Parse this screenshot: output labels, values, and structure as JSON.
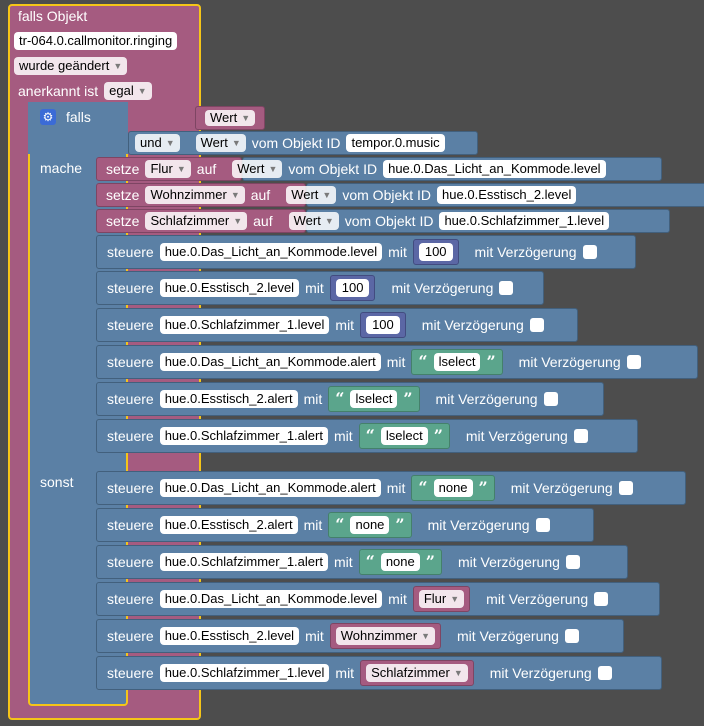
{
  "trigger": {
    "title": "falls Objekt",
    "object_id": "tr-064.0.callmonitor.ringing",
    "mode": "wurde geändert",
    "ack_label": "anerkannt ist",
    "ack_value": "egal"
  },
  "if_block": {
    "if_label": "falls",
    "do_label": "mache",
    "else_label": "sonst",
    "cond_value_label": "Wert",
    "and_label": "und",
    "get_value_label": "Wert",
    "from_object_label": "vom Objekt ID",
    "cond_object_id": "tempor.0.music"
  },
  "labels": {
    "set": "setze",
    "on": "auf",
    "value": "Wert",
    "from_object": "vom Objekt ID",
    "control": "steuere",
    "with": "mit",
    "delay": "mit Verzögerung"
  },
  "set_blocks": [
    {
      "var": "Flur",
      "object_id": "hue.0.Das_Licht_an_Kommode.level"
    },
    {
      "var": "Wohnzimmer",
      "object_id": "hue.0.Esstisch_2.level"
    },
    {
      "var": "Schlafzimmer",
      "object_id": "hue.0.Schlafzimmer_1.level"
    }
  ],
  "do_controls": [
    {
      "object_id": "hue.0.Das_Licht_an_Kommode.level",
      "value": "100"
    },
    {
      "object_id": "hue.0.Esstisch_2.level",
      "value": "100"
    },
    {
      "object_id": "hue.0.Schlafzimmer_1.level",
      "value": "100"
    },
    {
      "object_id": "hue.0.Das_Licht_an_Kommode.alert",
      "value": "lselect"
    },
    {
      "object_id": "hue.0.Esstisch_2.alert",
      "value": "lselect"
    },
    {
      "object_id": "hue.0.Schlafzimmer_1.alert",
      "value": "lselect"
    }
  ],
  "else_controls": [
    {
      "object_id": "hue.0.Das_Licht_an_Kommode.alert",
      "value": "none"
    },
    {
      "object_id": "hue.0.Esstisch_2.alert",
      "value": "none"
    },
    {
      "object_id": "hue.0.Schlafzimmer_1.alert",
      "value": "none"
    },
    {
      "object_id": "hue.0.Das_Licht_an_Kommode.level",
      "value": "Flur"
    },
    {
      "object_id": "hue.0.Esstisch_2.level",
      "value": "Wohnzimmer"
    },
    {
      "object_id": "hue.0.Schlafzimmer_1.level",
      "value": "Schlafzimmer"
    }
  ],
  "colors": {
    "event": "#a55b80",
    "control": "#5b80a5",
    "string": "#5ba58c",
    "number": "#5b67a5",
    "highlight": "#f5c518"
  }
}
